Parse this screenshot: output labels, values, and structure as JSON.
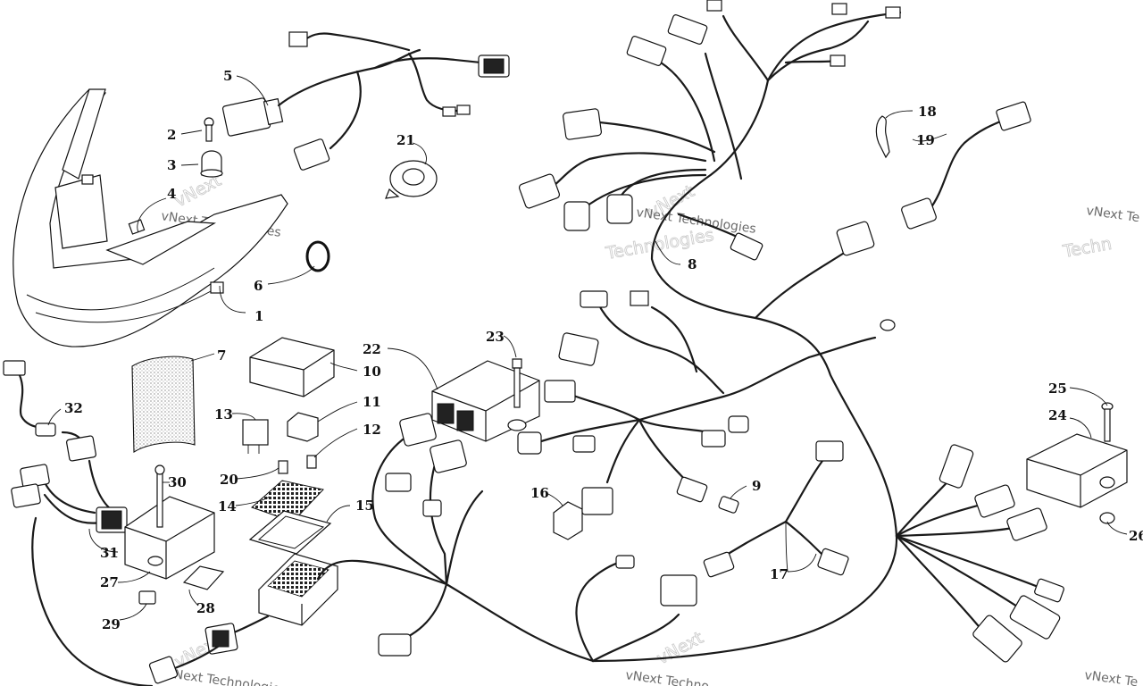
{
  "diagram": {
    "callouts": [
      "1",
      "2",
      "3",
      "4",
      "5",
      "6",
      "7",
      "8",
      "9",
      "10",
      "11",
      "12",
      "13",
      "14",
      "15",
      "16",
      "17",
      "18",
      "19",
      "20",
      "21",
      "22",
      "23",
      "24",
      "25",
      "26",
      "27",
      "28",
      "29",
      "30",
      "31",
      "32"
    ],
    "watermark": {
      "brand_small": "vNext Technologies",
      "brand_big_top": "vNext",
      "brand_big_bottom": "Technologies",
      "brand_cut_right_top": "vNext Te",
      "brand_cut_right_bottom": "Techn",
      "brand_cut_bottom": "vNext Techno",
      "brand_cut_bottom_right": "vNext Te"
    },
    "colors": {
      "line": "#111111",
      "watermark": "#c8c8c8",
      "background": "#ffffff"
    }
  }
}
